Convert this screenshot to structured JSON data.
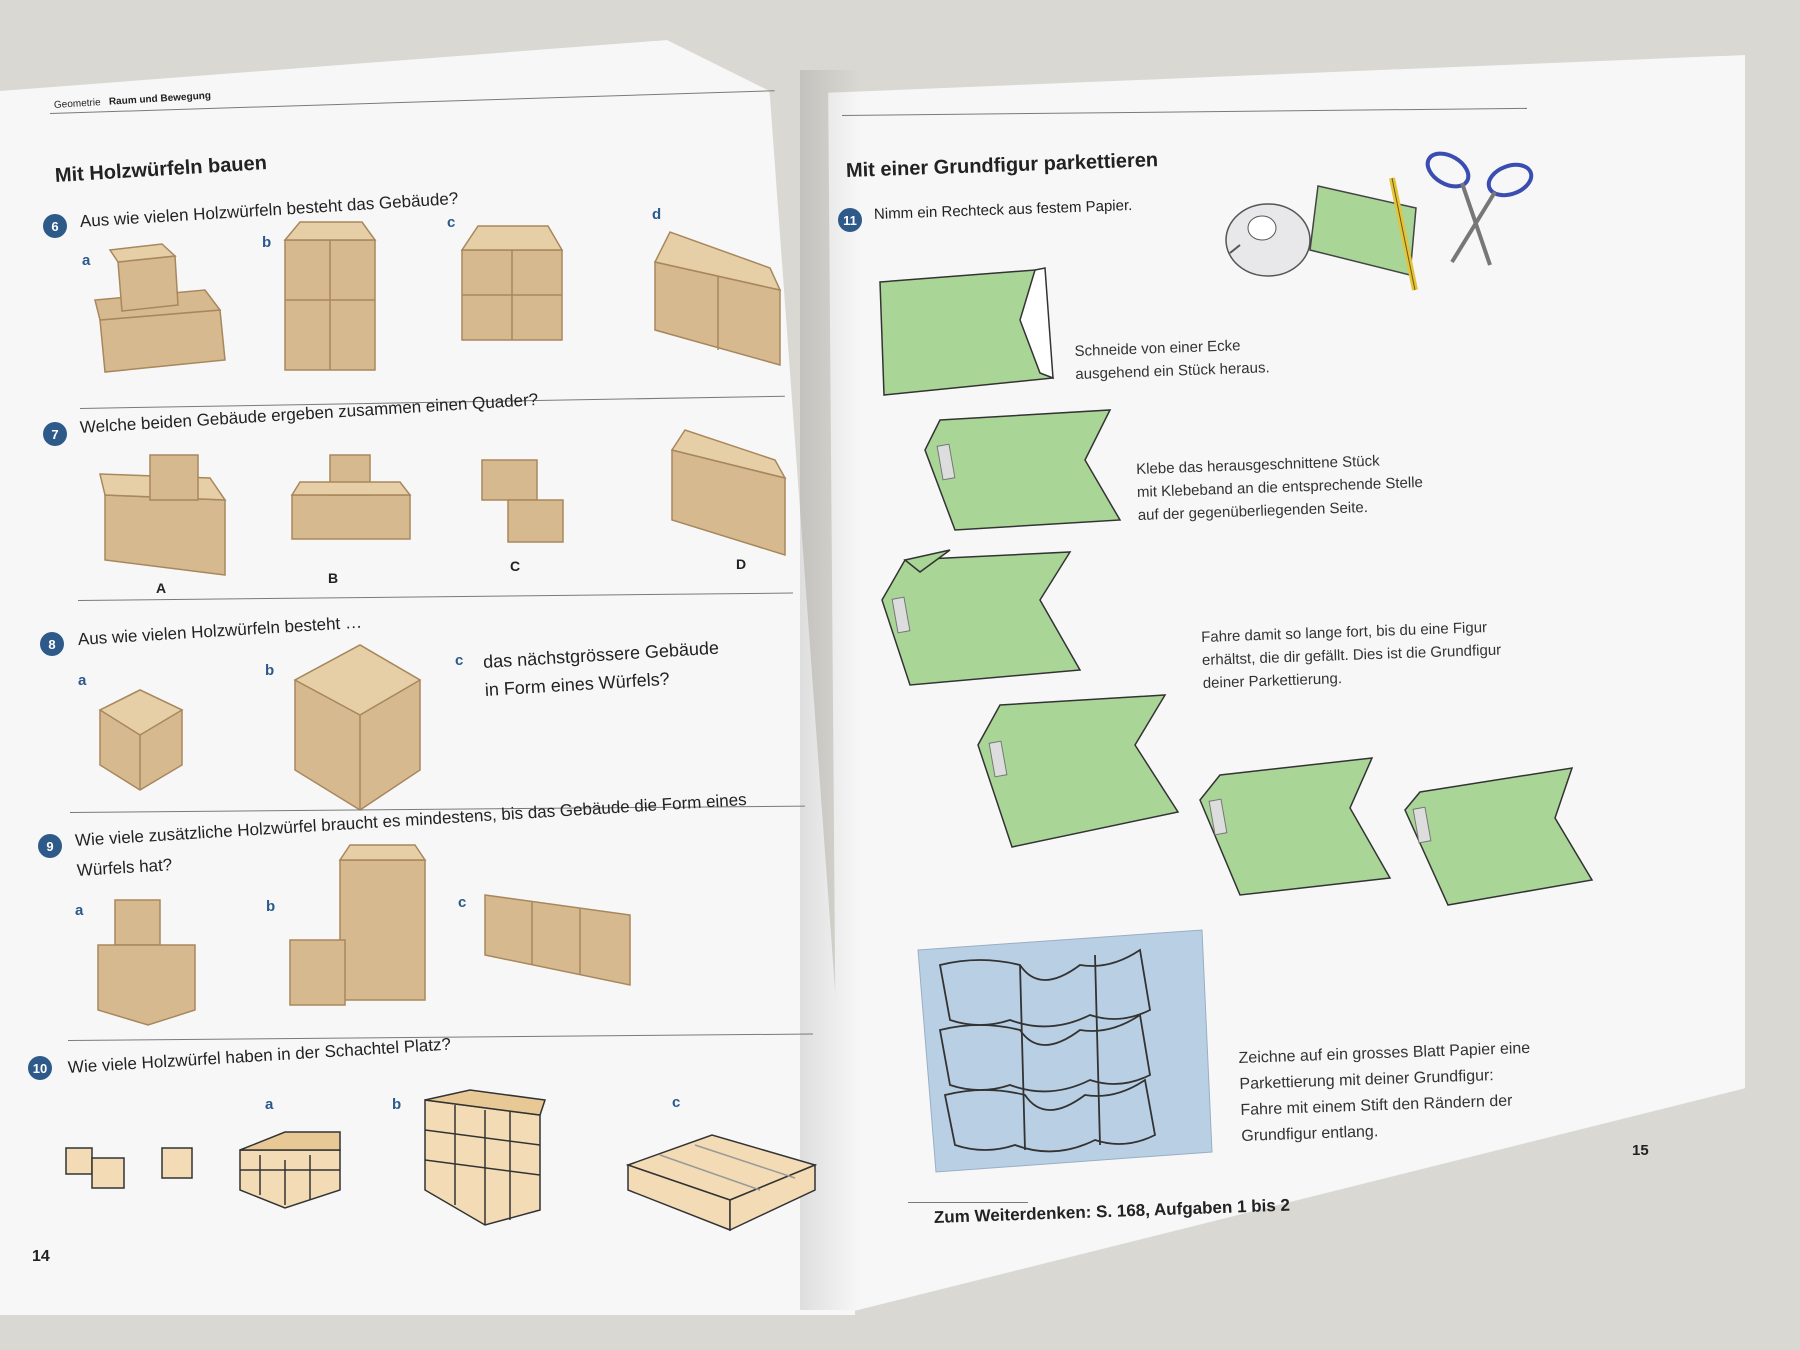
{
  "left_page": {
    "header": {
      "section": "Geometrie",
      "topic": "Raum und Bewegung"
    },
    "title": "Mit Holzwürfeln bauen",
    "page_number": "14",
    "tasks": [
      {
        "number": "6",
        "text": "Aus wie vielen Holzwürfeln besteht das Gebäude?",
        "labels": [
          "a",
          "b",
          "c",
          "d"
        ]
      },
      {
        "number": "7",
        "text": "Welche beiden Gebäude ergeben zusammen einen Quader?",
        "labels": [
          "A",
          "B",
          "C",
          "D"
        ]
      },
      {
        "number": "8",
        "text": "Aus wie vielen Holzwürfeln besteht …",
        "labels": [
          "a",
          "b",
          "c"
        ],
        "c_text_line1": "das nächstgrössere Gebäude",
        "c_text_line2": "in Form eines Würfels?"
      },
      {
        "number": "9",
        "text_line1": "Wie viele zusätzliche Holzwürfel braucht es mindestens, bis das Gebäude die Form eines",
        "text_line2": "Würfels hat?",
        "labels": [
          "a",
          "b",
          "c"
        ]
      },
      {
        "number": "10",
        "text": "Wie viele Holzwürfel haben in der Schachtel Platz?",
        "labels": [
          "a",
          "b",
          "c"
        ]
      }
    ]
  },
  "right_page": {
    "title": "Mit einer Grundfigur parkettieren",
    "task": {
      "number": "11",
      "text": "Nimm ein Rechteck aus festem Papier."
    },
    "steps": {
      "cut": [
        "Schneide von einer Ecke",
        "ausgehend ein Stück heraus."
      ],
      "tape": [
        "Klebe das herausgeschnittene Stück",
        "mit Klebeband an die entsprechende Stelle",
        "auf der gegenüberliegenden Seite."
      ],
      "continue": [
        "Fahre damit so lange fort, bis du eine Figur",
        "erhältst, die dir gefällt. Dies ist die Grundfigur",
        "deiner Parkettierung."
      ],
      "draw": [
        "Zeichne auf ein grosses Blatt Papier eine",
        "Parkettierung mit deiner Grundfigur:",
        "Fahre mit einem Stift den Rändern der",
        "Grundfigur entlang."
      ]
    },
    "footer": "Zum Weiterdenken: S. 168, Aufgaben 1 bis 2",
    "page_number": "15"
  },
  "colors": {
    "number_badge": "#2e5a8a",
    "paper_green": "#a9d597",
    "tessellation_blue": "#b9cfe3",
    "wood": "#d2b48c"
  },
  "icons": [
    "tape-dispenser-icon",
    "pencil-icon",
    "scissors-icon"
  ]
}
